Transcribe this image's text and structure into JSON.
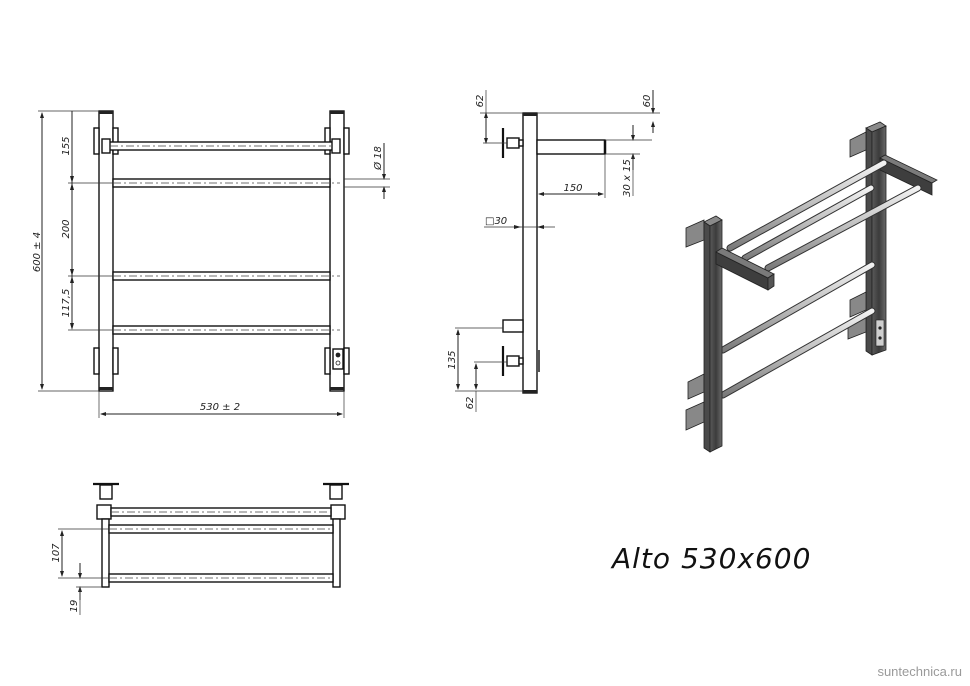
{
  "title": "Alto 530x600",
  "watermark": "suntechnica.ru",
  "front_view": {
    "overall_height": "600 ± 4",
    "overall_width": "530 ± 2",
    "spacing_top": "155",
    "spacing_middle": "200",
    "spacing_bottom": "117,5",
    "tube_diameter": "Ø 18"
  },
  "side_view": {
    "top_offset_left": "62",
    "top_offset_right": "60",
    "shelf_depth": "150",
    "shelf_section": "30 x 15",
    "post_section": "□30",
    "bottom_mount_height": "135",
    "bottom_offset": "62"
  },
  "top_view": {
    "rail_spacing": "107",
    "bottom_offset": "19"
  },
  "colors": {
    "line": "#222222",
    "background": "#ffffff",
    "render_dark": "#4a4a4a",
    "render_light": "#d0d0d0"
  }
}
